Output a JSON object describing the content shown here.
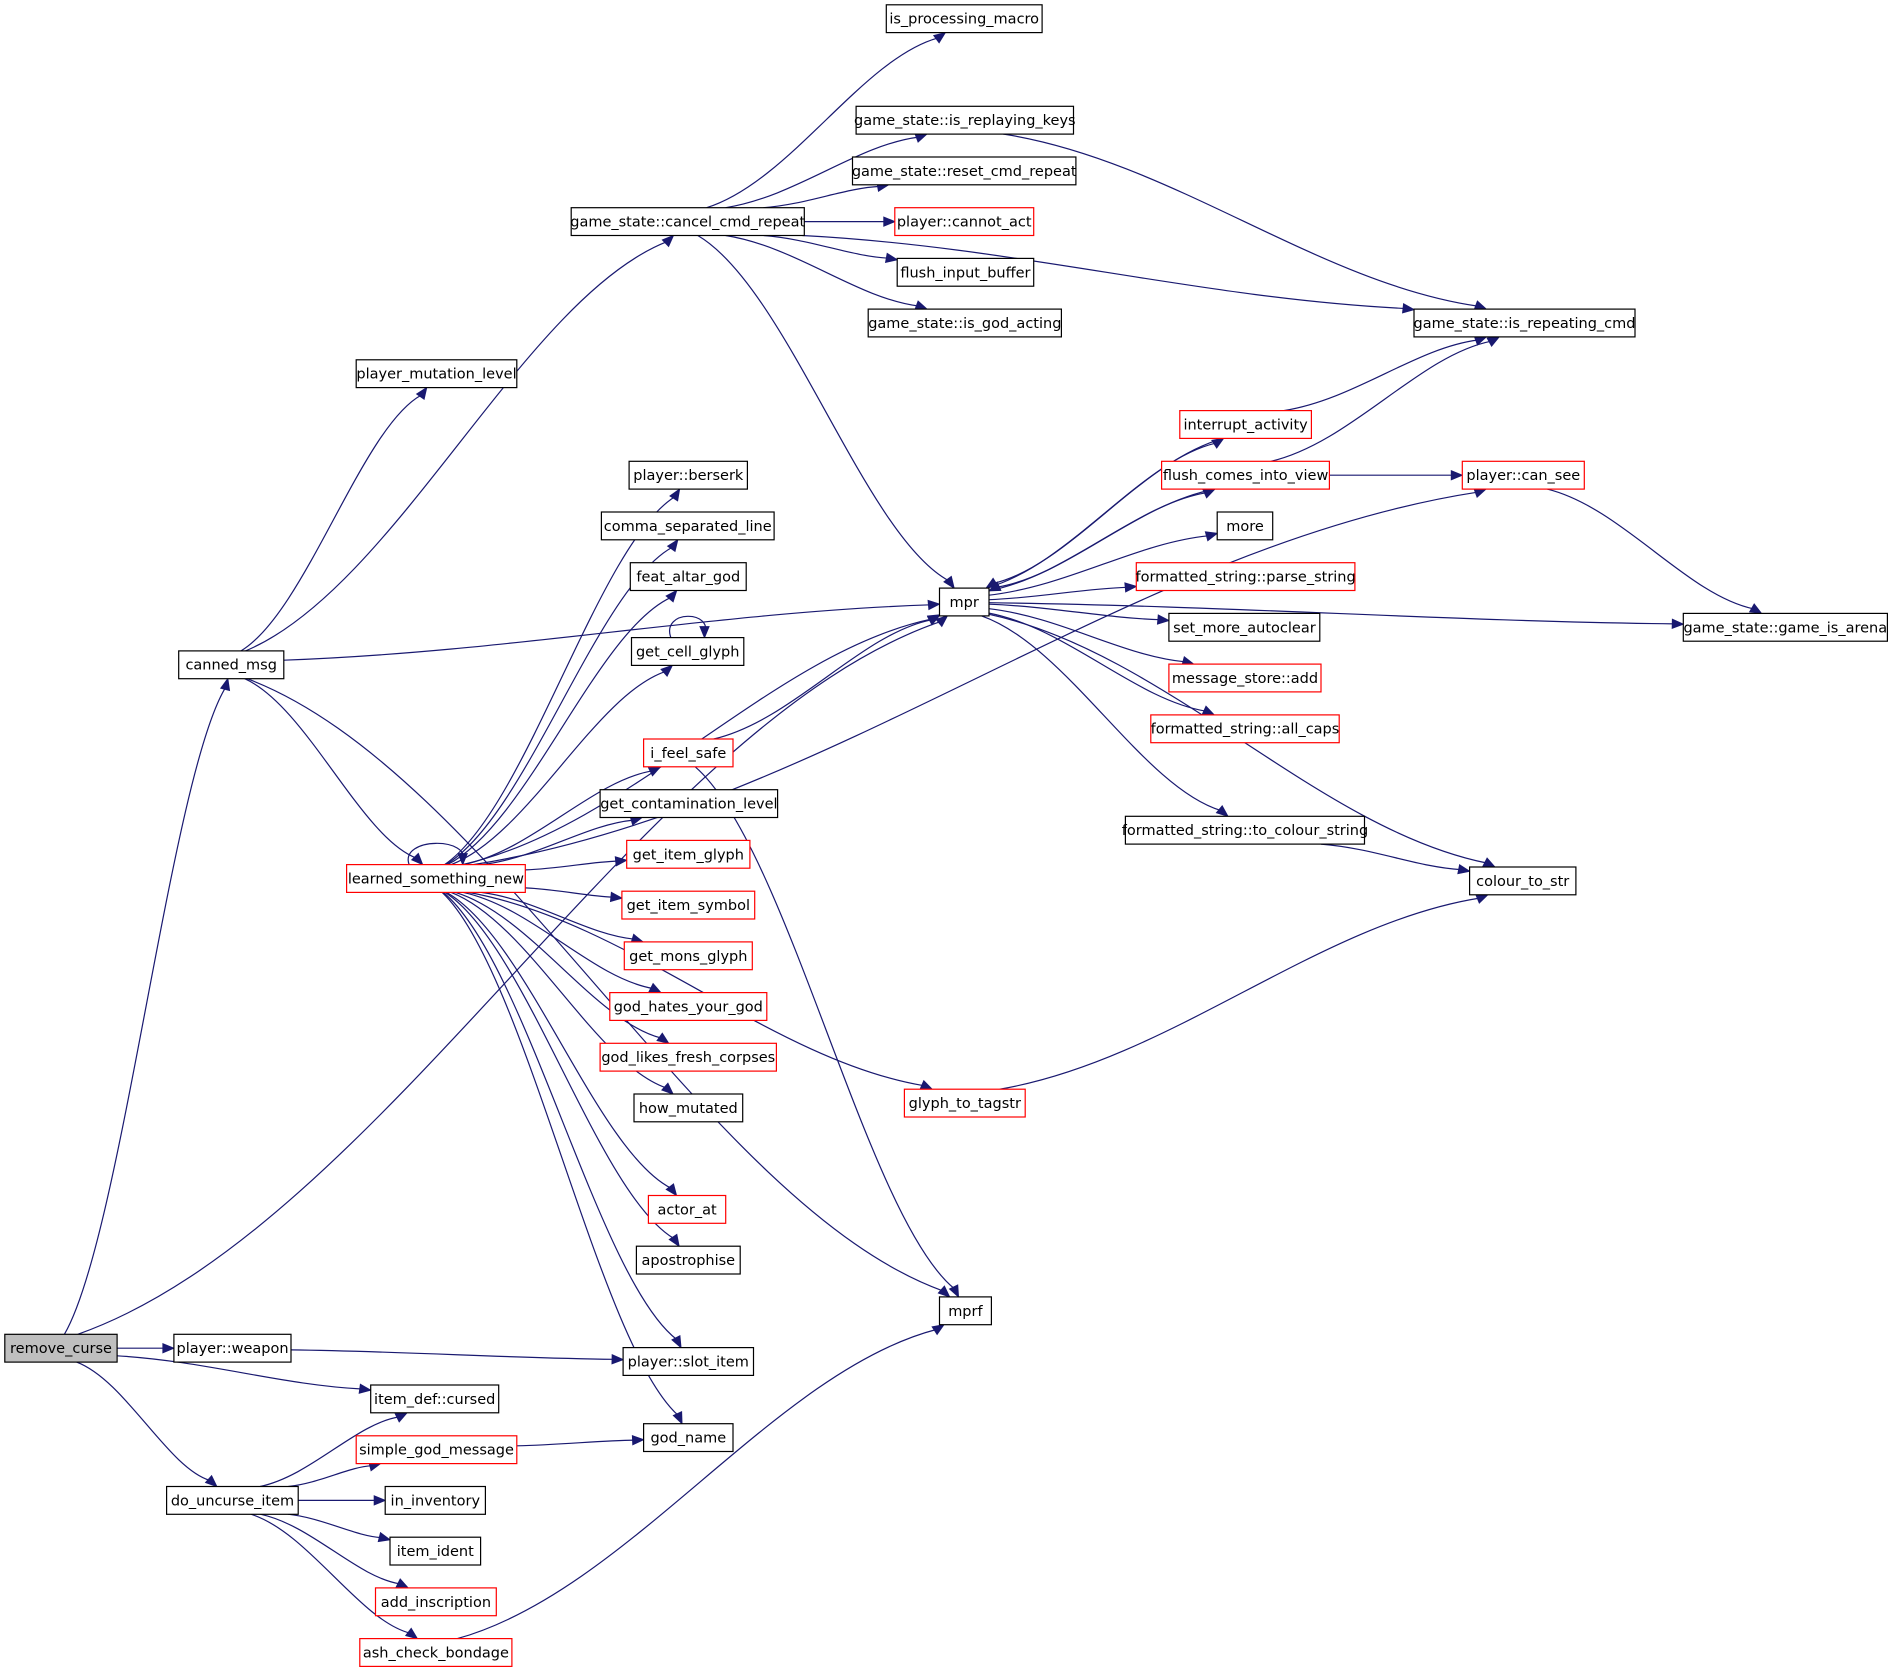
{
  "colors": {
    "edge": "#191970",
    "border_normal": "#000000",
    "border_truncated": "#ff0000",
    "root_fill": "#bfbfbf",
    "node_fill": "#ffffff",
    "background": "#ffffff"
  },
  "nodes": [
    {
      "id": "remove_curse",
      "label": "remove_curse",
      "style": "root"
    },
    {
      "id": "canned_msg",
      "label": "canned_msg",
      "style": "normal"
    },
    {
      "id": "player_weapon",
      "label": "player::weapon",
      "style": "normal"
    },
    {
      "id": "item_def_cursed",
      "label": "item_def::cursed",
      "style": "normal"
    },
    {
      "id": "do_uncurse_item",
      "label": "do_uncurse_item",
      "style": "normal"
    },
    {
      "id": "game_state_cancel_cmd_repeat",
      "label": "game_state::cancel_cmd_repeat",
      "style": "normal"
    },
    {
      "id": "player_mutation_level",
      "label": "player_mutation_level",
      "style": "normal"
    },
    {
      "id": "learned_something_new",
      "label": "learned_something_new",
      "style": "truncated"
    },
    {
      "id": "simple_god_message",
      "label": "simple_god_message",
      "style": "truncated"
    },
    {
      "id": "in_inventory",
      "label": "in_inventory",
      "style": "normal"
    },
    {
      "id": "item_ident",
      "label": "item_ident",
      "style": "normal"
    },
    {
      "id": "add_inscription",
      "label": "add_inscription",
      "style": "truncated"
    },
    {
      "id": "ash_check_bondage",
      "label": "ash_check_bondage",
      "style": "truncated"
    },
    {
      "id": "player_berserk",
      "label": "player::berserk",
      "style": "normal"
    },
    {
      "id": "comma_separated_line",
      "label": "comma_separated_line",
      "style": "normal"
    },
    {
      "id": "feat_altar_god",
      "label": "feat_altar_god",
      "style": "normal"
    },
    {
      "id": "get_cell_glyph",
      "label": "get_cell_glyph",
      "style": "normal"
    },
    {
      "id": "i_feel_safe",
      "label": "i_feel_safe",
      "style": "truncated"
    },
    {
      "id": "get_contamination_level",
      "label": "get_contamination_level",
      "style": "normal"
    },
    {
      "id": "get_item_glyph",
      "label": "get_item_glyph",
      "style": "truncated"
    },
    {
      "id": "get_item_symbol",
      "label": "get_item_symbol",
      "style": "truncated"
    },
    {
      "id": "get_mons_glyph",
      "label": "get_mons_glyph",
      "style": "truncated"
    },
    {
      "id": "god_hates_your_god",
      "label": "god_hates_your_god",
      "style": "truncated"
    },
    {
      "id": "god_likes_fresh_corpses",
      "label": "god_likes_fresh_corpses",
      "style": "truncated"
    },
    {
      "id": "how_mutated",
      "label": "how_mutated",
      "style": "normal"
    },
    {
      "id": "actor_at",
      "label": "actor_at",
      "style": "truncated"
    },
    {
      "id": "apostrophise",
      "label": "apostrophise",
      "style": "normal"
    },
    {
      "id": "player_slot_item",
      "label": "player::slot_item",
      "style": "normal"
    },
    {
      "id": "god_name",
      "label": "god_name",
      "style": "normal"
    },
    {
      "id": "is_processing_macro",
      "label": "is_processing_macro",
      "style": "normal"
    },
    {
      "id": "game_state_is_replaying_keys",
      "label": "game_state::is_replaying_keys",
      "style": "normal"
    },
    {
      "id": "game_state_reset_cmd_repeat",
      "label": "game_state::reset_cmd_repeat",
      "style": "normal"
    },
    {
      "id": "player_cannot_act",
      "label": "player::cannot_act",
      "style": "truncated"
    },
    {
      "id": "flush_input_buffer",
      "label": "flush_input_buffer",
      "style": "normal"
    },
    {
      "id": "game_state_is_god_acting",
      "label": "game_state::is_god_acting",
      "style": "normal"
    },
    {
      "id": "mpr",
      "label": "mpr",
      "style": "normal"
    },
    {
      "id": "mprf",
      "label": "mprf",
      "style": "normal"
    },
    {
      "id": "glyph_to_tagstr",
      "label": "glyph_to_tagstr",
      "style": "truncated"
    },
    {
      "id": "interrupt_activity",
      "label": "interrupt_activity",
      "style": "truncated"
    },
    {
      "id": "flush_comes_into_view",
      "label": "flush_comes_into_view",
      "style": "truncated"
    },
    {
      "id": "more",
      "label": "more",
      "style": "normal"
    },
    {
      "id": "formatted_string_parse_string",
      "label": "formatted_string::parse_string",
      "style": "truncated"
    },
    {
      "id": "set_more_autoclear",
      "label": "set_more_autoclear",
      "style": "normal"
    },
    {
      "id": "message_store_add",
      "label": "message_store::add",
      "style": "truncated"
    },
    {
      "id": "formatted_string_all_caps",
      "label": "formatted_string::all_caps",
      "style": "truncated"
    },
    {
      "id": "formatted_string_to_colour_string",
      "label": "formatted_string::to_colour_string",
      "style": "normal"
    },
    {
      "id": "game_state_is_repeating_cmd",
      "label": "game_state::is_repeating_cmd",
      "style": "normal"
    },
    {
      "id": "player_can_see",
      "label": "player::can_see",
      "style": "truncated"
    },
    {
      "id": "colour_to_str",
      "label": "colour_to_str",
      "style": "normal"
    },
    {
      "id": "game_state_game_is_arena",
      "label": "game_state::game_is_arena",
      "style": "normal"
    }
  ],
  "edges": [
    [
      "remove_curse",
      "canned_msg"
    ],
    [
      "remove_curse",
      "mpr"
    ],
    [
      "remove_curse",
      "player_weapon"
    ],
    [
      "remove_curse",
      "item_def_cursed"
    ],
    [
      "remove_curse",
      "do_uncurse_item"
    ],
    [
      "canned_msg",
      "game_state_cancel_cmd_repeat"
    ],
    [
      "canned_msg",
      "player_mutation_level"
    ],
    [
      "canned_msg",
      "learned_something_new"
    ],
    [
      "canned_msg",
      "mpr"
    ],
    [
      "canned_msg",
      "mprf"
    ],
    [
      "player_weapon",
      "player_slot_item"
    ],
    [
      "do_uncurse_item",
      "item_def_cursed"
    ],
    [
      "do_uncurse_item",
      "simple_god_message"
    ],
    [
      "do_uncurse_item",
      "in_inventory"
    ],
    [
      "do_uncurse_item",
      "item_ident"
    ],
    [
      "do_uncurse_item",
      "add_inscription"
    ],
    [
      "do_uncurse_item",
      "ash_check_bondage"
    ],
    [
      "simple_god_message",
      "god_name"
    ],
    [
      "ash_check_bondage",
      "mprf"
    ],
    [
      "game_state_cancel_cmd_repeat",
      "is_processing_macro"
    ],
    [
      "game_state_cancel_cmd_repeat",
      "game_state_is_replaying_keys"
    ],
    [
      "game_state_cancel_cmd_repeat",
      "game_state_reset_cmd_repeat"
    ],
    [
      "game_state_cancel_cmd_repeat",
      "player_cannot_act"
    ],
    [
      "game_state_cancel_cmd_repeat",
      "flush_input_buffer"
    ],
    [
      "game_state_cancel_cmd_repeat",
      "game_state_is_god_acting"
    ],
    [
      "game_state_cancel_cmd_repeat",
      "game_state_is_repeating_cmd"
    ],
    [
      "game_state_cancel_cmd_repeat",
      "mpr"
    ],
    [
      "game_state_is_replaying_keys",
      "game_state_is_repeating_cmd"
    ],
    [
      "learned_something_new",
      "learned_something_new"
    ],
    [
      "learned_something_new",
      "player_berserk"
    ],
    [
      "learned_something_new",
      "comma_separated_line"
    ],
    [
      "learned_something_new",
      "feat_altar_god"
    ],
    [
      "learned_something_new",
      "get_cell_glyph"
    ],
    [
      "learned_something_new",
      "i_feel_safe"
    ],
    [
      "learned_something_new",
      "get_contamination_level"
    ],
    [
      "learned_something_new",
      "get_item_glyph"
    ],
    [
      "learned_something_new",
      "get_item_symbol"
    ],
    [
      "learned_something_new",
      "get_mons_glyph"
    ],
    [
      "learned_something_new",
      "god_hates_your_god"
    ],
    [
      "learned_something_new",
      "god_likes_fresh_corpses"
    ],
    [
      "learned_something_new",
      "how_mutated"
    ],
    [
      "learned_something_new",
      "glyph_to_tagstr"
    ],
    [
      "learned_something_new",
      "actor_at"
    ],
    [
      "learned_something_new",
      "apostrophise"
    ],
    [
      "learned_something_new",
      "player_slot_item"
    ],
    [
      "learned_something_new",
      "god_name"
    ],
    [
      "learned_something_new",
      "mpr"
    ],
    [
      "learned_something_new",
      "player_can_see"
    ],
    [
      "get_cell_glyph",
      "get_cell_glyph"
    ],
    [
      "i_feel_safe",
      "mpr"
    ],
    [
      "i_feel_safe",
      "mprf"
    ],
    [
      "glyph_to_tagstr",
      "colour_to_str"
    ],
    [
      "mpr",
      "interrupt_activity"
    ],
    [
      "mpr",
      "flush_comes_into_view"
    ],
    [
      "mpr",
      "more"
    ],
    [
      "mpr",
      "formatted_string_parse_string"
    ],
    [
      "mpr",
      "set_more_autoclear"
    ],
    [
      "mpr",
      "message_store_add"
    ],
    [
      "mpr",
      "formatted_string_all_caps"
    ],
    [
      "mpr",
      "game_state_game_is_arena"
    ],
    [
      "mpr",
      "formatted_string_to_colour_string"
    ],
    [
      "mpr",
      "colour_to_str"
    ],
    [
      "interrupt_activity",
      "game_state_is_repeating_cmd"
    ],
    [
      "interrupt_activity",
      "mpr"
    ],
    [
      "flush_comes_into_view",
      "game_state_is_repeating_cmd"
    ],
    [
      "flush_comes_into_view",
      "player_can_see"
    ],
    [
      "flush_comes_into_view",
      "mpr"
    ],
    [
      "formatted_string_to_colour_string",
      "colour_to_str"
    ],
    [
      "player_can_see",
      "game_state_game_is_arena"
    ]
  ]
}
